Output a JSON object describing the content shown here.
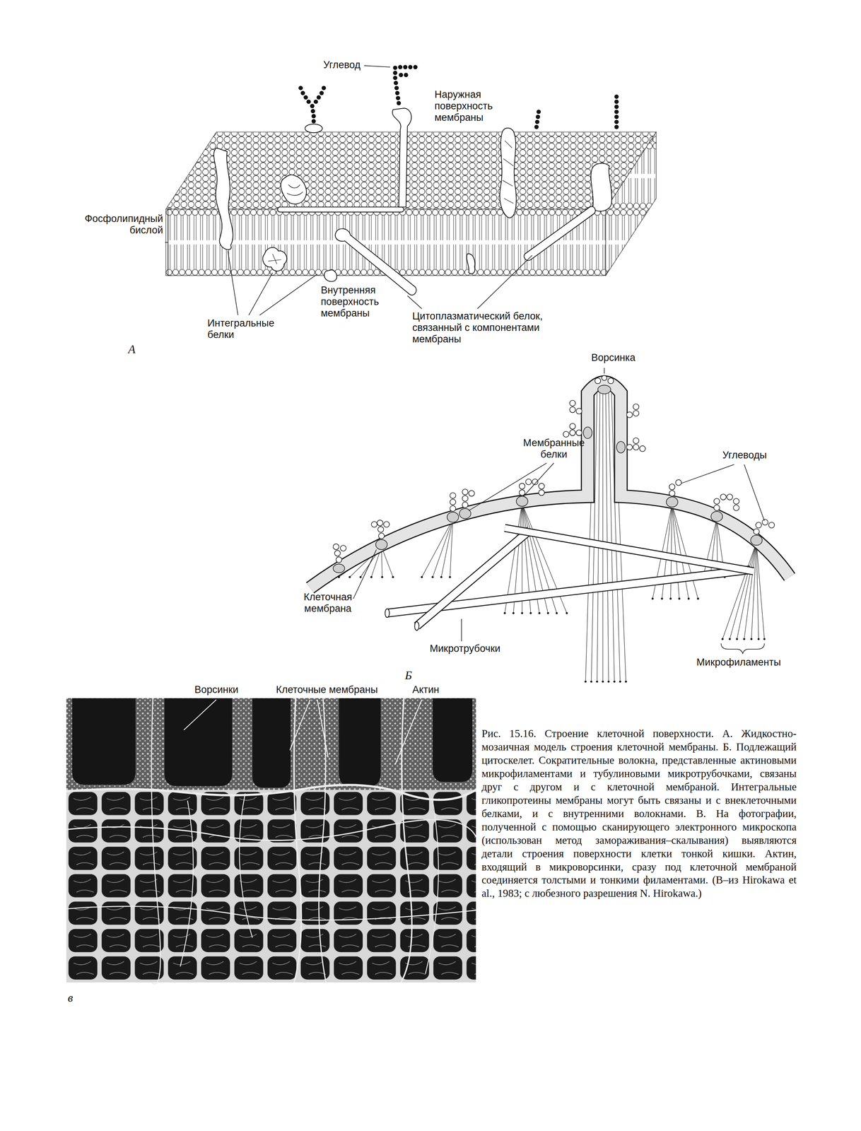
{
  "diagram": {
    "caption": "Рис. 15.16. Строение клеточной поверхности. А. Жидкостно-мозаичная модель строения клеточной мембраны. Б. Подлежащий цитоскелет. Сократительные волокна, представленные актиновыми микрофиламентами и тубулиновыми микротрубочками, связаны друг с другом и с клеточной мембраной. Интегральные гликопротеины мембраны могут быть связаны и с внеклеточными белками, и с внутренними волокнами. В. На фотографии, полученной с помощью сканирующего электронного микроскопа (использован метод замораживания–скалывания) выявляются детали строения поверхности клетки тонкой кишки. Актин, входящий в микроворсинки, сразу под клеточной мембраной соединяется толстыми и тонкими филаментами. (В–из Hirokawa et al., 1983; с любезного разрешения N. Hirokawa.)",
    "labels": [
      "Углевод",
      "Наружная поверхность мембраны",
      "Фосфолипидный бислой",
      "Внутренняя поверхность мембраны",
      "Интегральные белки",
      "Цитоплазматический белок, связанный с компонентами мембраны",
      "А",
      "Ворсинка",
      "Мембранные белки",
      "Углеводы",
      "Клеточная мембрана",
      "Микротрубочки",
      "Микрофиламенты",
      "Б",
      "Ворсинки",
      "Клеточные мембраны",
      "Актин",
      "в"
    ]
  }
}
